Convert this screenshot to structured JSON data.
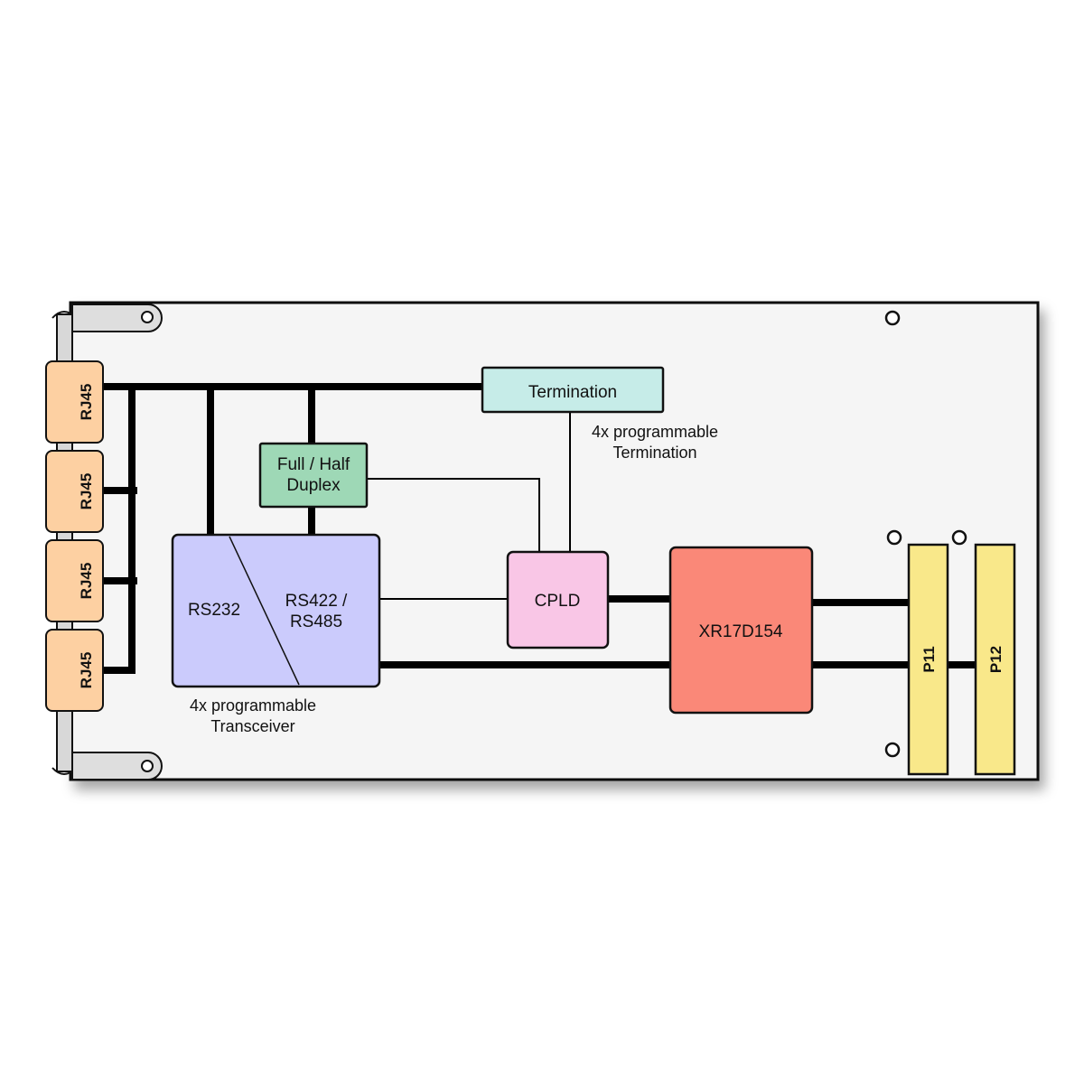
{
  "connectors": {
    "rj45_1": "RJ45",
    "rj45_2": "RJ45",
    "rj45_3": "RJ45",
    "rj45_4": "RJ45",
    "p11": "P11",
    "p12": "P12"
  },
  "blocks": {
    "termination": "Termination",
    "duplex_line1": "Full / Half",
    "duplex_line2": "Duplex",
    "rs232": "RS232",
    "rs422_line1": "RS422 /",
    "rs422_line2": "RS485",
    "cpld": "CPLD",
    "uart": "XR17D154"
  },
  "notes": {
    "termination_line1": "4x programmable",
    "termination_line2": "Termination",
    "transceiver_line1": "4x programmable",
    "transceiver_line2": "Transceiver"
  },
  "colors": {
    "board": "#f5f5f5",
    "rj45": "#fdd0a2",
    "termination": "#c6ece8",
    "duplex": "#9ed8b6",
    "transceiver": "#cbcbfc",
    "cpld": "#f9c6e6",
    "uart": "#fa8878",
    "pconnector": "#f9e88a"
  }
}
